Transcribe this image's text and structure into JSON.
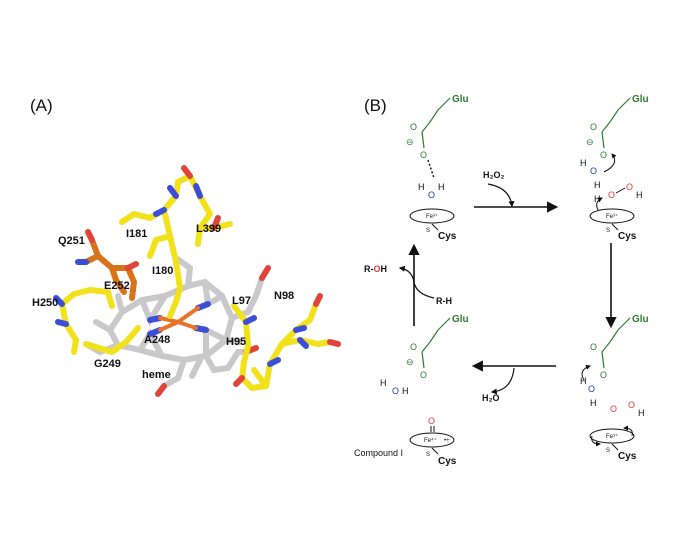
{
  "panels": {
    "a": "(A)",
    "b": "(B)"
  },
  "residues": {
    "l399": "L399",
    "i181": "I181",
    "q251": "Q251",
    "i180": "I180",
    "e252": "E252",
    "h250": "H250",
    "g249": "G249",
    "a248": "A248",
    "heme": "heme",
    "l97": "L97",
    "n98": "N98",
    "h95": "H95"
  },
  "mechanism": {
    "glu": "Glu",
    "cys": "Cys",
    "h2o2": "H₂O₂",
    "h2o": "H₂O",
    "r_oh": "R-OH",
    "r_h": "R-H",
    "compound_i": "Compound I",
    "fe3": "Fe³⁺",
    "fe4": "Fe⁴⁺",
    "radical": "•+",
    "O": "O",
    "H": "H",
    "S": "S",
    "minus": "⊖"
  },
  "colors": {
    "carbon_grey": "#c8c8c8",
    "carbon_yellow": "#f2e21c",
    "carbon_orange": "#d9731a",
    "nitrogen": "#3b4ed8",
    "oxygen": "#e0443a",
    "iron": "#e8742a",
    "glu_green": "#2e7d32",
    "atom_red": "#e53935"
  }
}
